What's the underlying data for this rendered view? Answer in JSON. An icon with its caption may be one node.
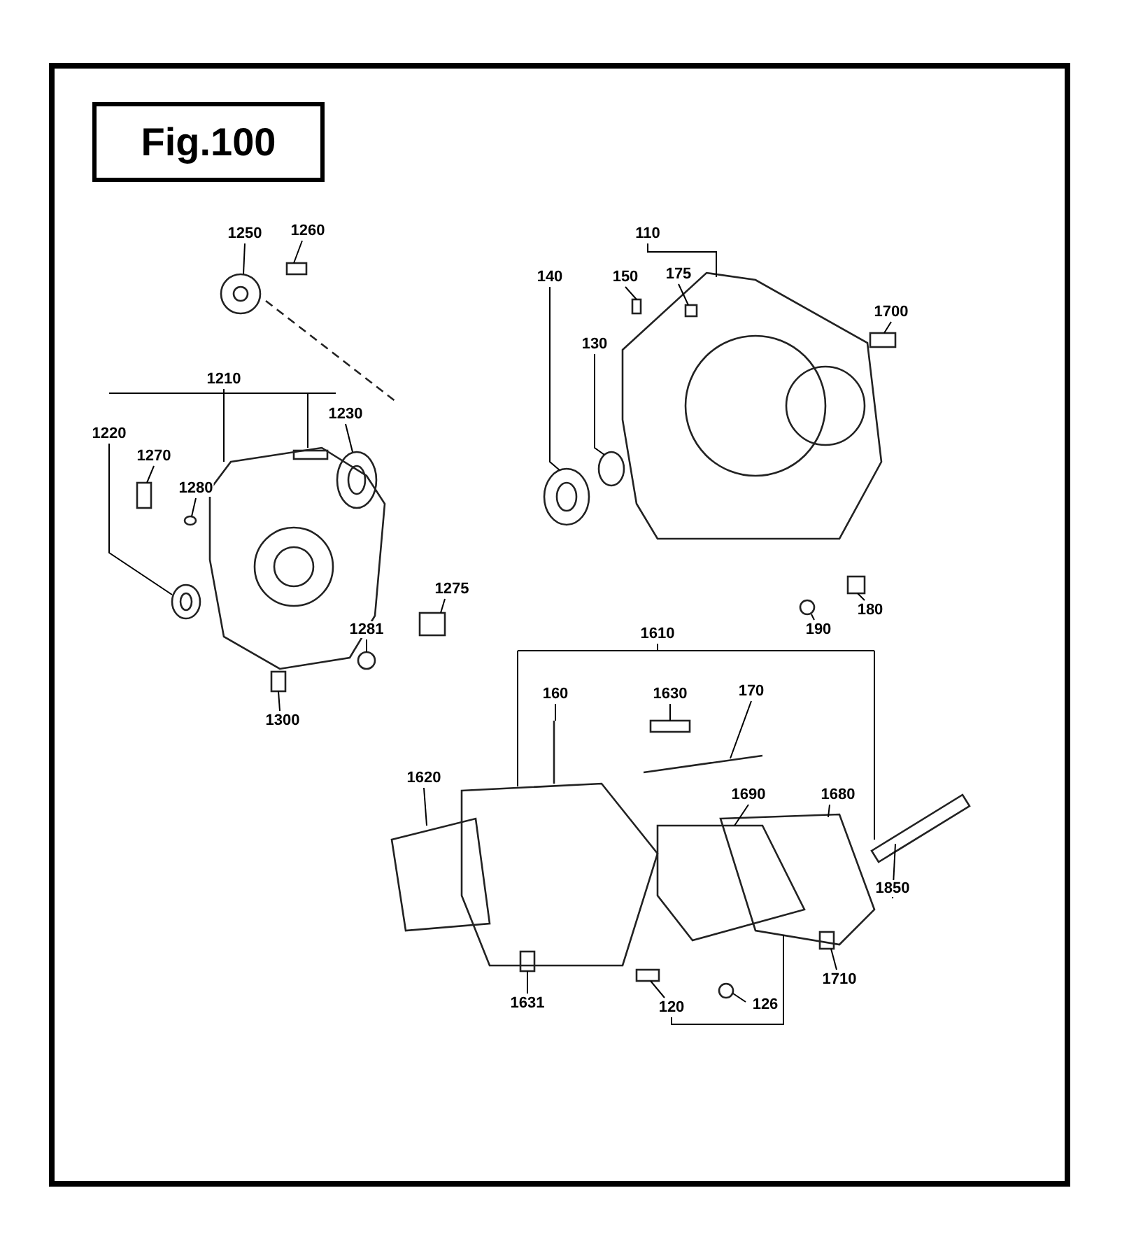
{
  "diagram": {
    "title": "Fig.100",
    "nodes": [
      {
        "text": [
          "1250"
        ]
      },
      {
        "text": [
          "1260"
        ]
      },
      {
        "text": [
          "1210"
        ]
      },
      {
        "text": [
          "1230"
        ]
      },
      {
        "text": [
          "1220"
        ]
      },
      {
        "text": [
          "1270"
        ]
      },
      {
        "text": [
          "1280"
        ]
      },
      {
        "text": [
          "1281"
        ]
      },
      {
        "text": [
          "1275"
        ]
      },
      {
        "text": [
          "1300"
        ]
      },
      {
        "text": [
          "110"
        ]
      },
      {
        "text": [
          "140"
        ]
      },
      {
        "text": [
          "150"
        ]
      },
      {
        "text": [
          "175"
        ]
      },
      {
        "text": [
          "130"
        ]
      },
      {
        "text": [
          "1700"
        ]
      },
      {
        "text": [
          "190"
        ]
      },
      {
        "text": [
          "180"
        ]
      },
      {
        "text": [
          "1610"
        ]
      },
      {
        "text": [
          "160"
        ]
      },
      {
        "text": [
          "1630"
        ]
      },
      {
        "text": [
          "170"
        ]
      },
      {
        "text": [
          "1620"
        ]
      },
      {
        "text": [
          "1690"
        ]
      },
      {
        "text": [
          "1680"
        ]
      },
      {
        "text": [
          "1850"
        ]
      },
      {
        "text": [
          "1710"
        ]
      },
      {
        "text": [
          "1631"
        ]
      },
      {
        "text": [
          "120"
        ]
      },
      {
        "text": [
          "126"
        ]
      }
    ],
    "edges": [
      {
        "from": 0,
        "to": null,
        "arrow": "none"
      },
      {
        "from": 1,
        "to": null,
        "arrow": "none"
      },
      {
        "from": 2,
        "to": null,
        "arrow": "none"
      },
      {
        "from": 3,
        "to": null,
        "arrow": "none"
      },
      {
        "from": 4,
        "to": null,
        "arrow": "none"
      },
      {
        "from": 5,
        "to": null,
        "arrow": "none"
      },
      {
        "from": 6,
        "to": null,
        "arrow": "none"
      },
      {
        "from": 7,
        "to": null,
        "arrow": "none"
      },
      {
        "from": 8,
        "to": null,
        "arrow": "none"
      },
      {
        "from": 9,
        "to": null,
        "arrow": "none"
      },
      {
        "from": 10,
        "to": null,
        "arrow": "none"
      },
      {
        "from": 11,
        "to": null,
        "arrow": "none"
      },
      {
        "from": 12,
        "to": null,
        "arrow": "none"
      },
      {
        "from": 13,
        "to": null,
        "arrow": "none"
      },
      {
        "from": 14,
        "to": null,
        "arrow": "none"
      },
      {
        "from": 15,
        "to": null,
        "arrow": "none"
      },
      {
        "from": 16,
        "to": null,
        "arrow": "none"
      },
      {
        "from": 17,
        "to": null,
        "arrow": "none"
      },
      {
        "from": 18,
        "to": null,
        "arrow": "none"
      },
      {
        "from": 19,
        "to": null,
        "arrow": "none"
      },
      {
        "from": 20,
        "to": null,
        "arrow": "none"
      },
      {
        "from": 21,
        "to": null,
        "arrow": "none"
      },
      {
        "from": 22,
        "to": null,
        "arrow": "none"
      },
      {
        "from": 23,
        "to": null,
        "arrow": "none"
      },
      {
        "from": 24,
        "to": null,
        "arrow": "none"
      },
      {
        "from": 25,
        "to": null,
        "arrow": "none"
      },
      {
        "from": 26,
        "to": null,
        "arrow": "none"
      },
      {
        "from": 27,
        "to": null,
        "arrow": "none"
      },
      {
        "from": 28,
        "to": null,
        "arrow": "none"
      },
      {
        "from": 29,
        "to": null,
        "arrow": "none"
      }
    ]
  }
}
